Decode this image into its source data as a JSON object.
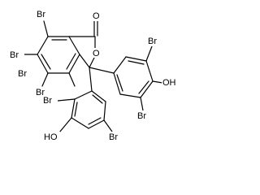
{
  "molecule": {
    "atoms": {
      "br_a": "Br",
      "br_b": "Br",
      "br_c": "Br",
      "br_d": "Br",
      "o_carbonyl": "O",
      "o_ring": "O",
      "br_e": "Br",
      "br_f": "Br",
      "oh_right": "OH",
      "br_g": "Br",
      "br_h": "Br",
      "ho_bottom": "HO"
    }
  }
}
